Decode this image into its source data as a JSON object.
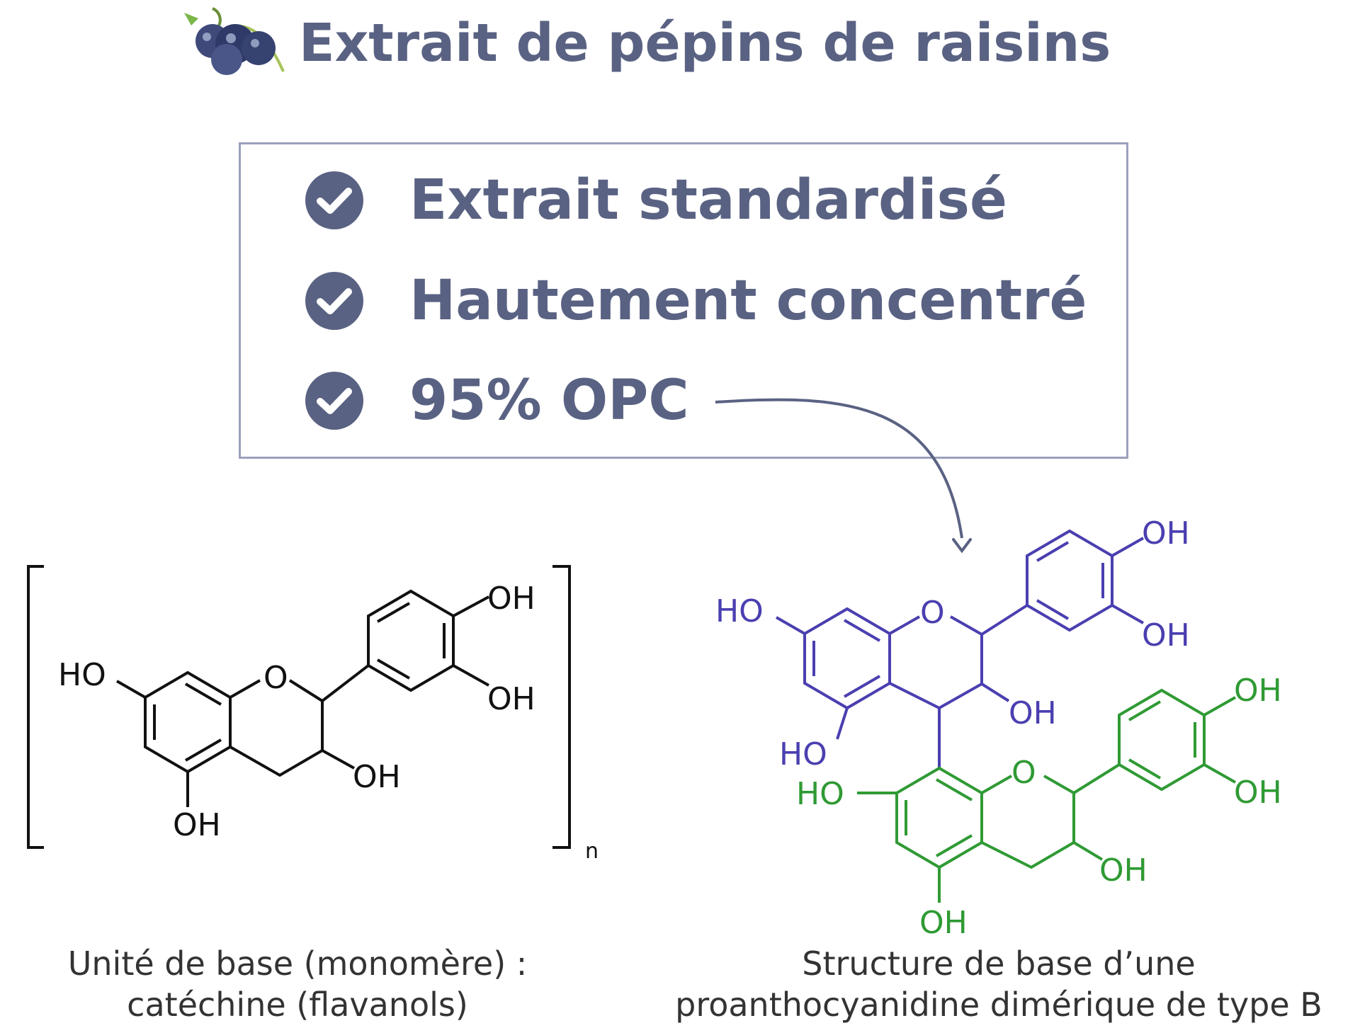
{
  "title": "Extrait de pépins de raisins",
  "features": [
    {
      "label": "Extrait standardisé"
    },
    {
      "label": "Hautement concentré"
    },
    {
      "label": "95% OPC"
    }
  ],
  "captions": {
    "left_line1": "Unité de base (monomère) :",
    "left_line2": "catéchine (flavanols)",
    "right_line1": "Structure de base d’une",
    "right_line2": "proanthocyanidine dimérique de type B"
  },
  "molecule_left": {
    "ho": "HO",
    "o": "O",
    "oh_top": "OH",
    "oh_mid": "OH",
    "oh_ring": "OH",
    "oh_bottom": "OH",
    "n": "n"
  },
  "molecule_right": {
    "ho_top": "HO",
    "o_top": "O",
    "oh_top1": "OH",
    "oh_top2": "OH",
    "oh_top3": "OH",
    "ho_mid": "HO",
    "ho_green": "HO",
    "o_green": "O",
    "oh_g1": "OH",
    "oh_g2": "OH",
    "oh_g3": "OH",
    "oh_g4": "OH"
  },
  "colors": {
    "title": "#5a6283",
    "box_border": "#9aa0bb",
    "check": "#5a6283",
    "arrow": "#5a6283",
    "monomer": "#111111",
    "upper_unit": "#4a3fb0",
    "lower_unit": "#2f9a34"
  },
  "icons": {
    "title": "grapes-icon",
    "features": "check-circle-icon",
    "connector": "curved-arrow-icon"
  }
}
